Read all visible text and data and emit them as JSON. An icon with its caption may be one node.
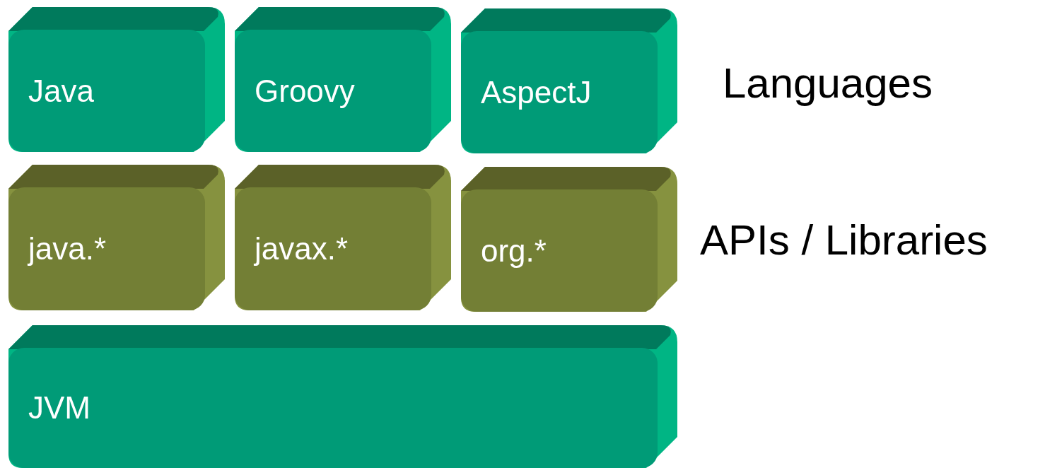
{
  "diagram": {
    "nodes": [
      {
        "text": [
          "Java"
        ]
      },
      {
        "text": [
          "Groovy"
        ]
      },
      {
        "text": [
          "AspectJ"
        ]
      },
      {
        "text": [
          "java.*"
        ]
      },
      {
        "text": [
          "javax.*"
        ]
      },
      {
        "text": [
          "org.*"
        ]
      },
      {
        "text": [
          "JVM"
        ]
      }
    ],
    "labels": [
      "Languages",
      "APIs / Libraries"
    ]
  }
}
